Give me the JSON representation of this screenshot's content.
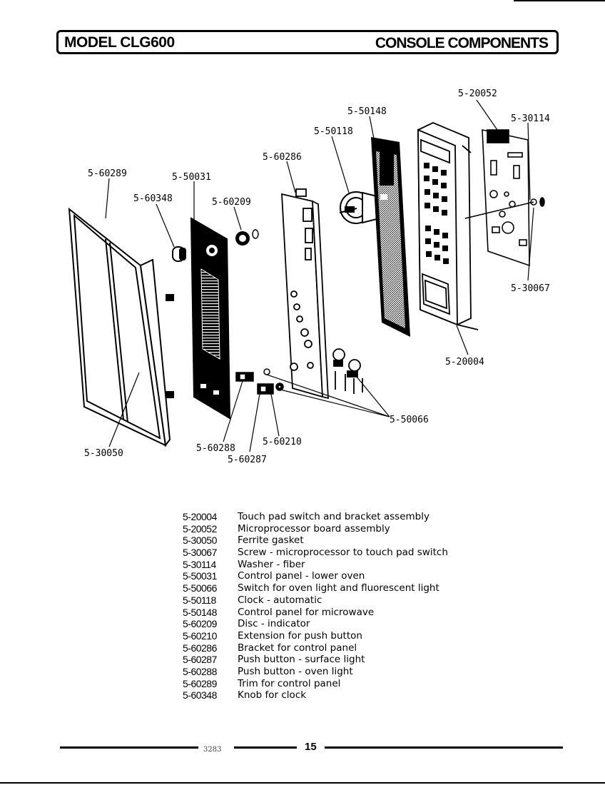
{
  "header": {
    "model": "MODEL CLG600",
    "section": "CONSOLE COMPONENTS"
  },
  "callouts": {
    "p20052": "5-20052",
    "p30114": "5-30114",
    "p50148": "5-50148",
    "p50118": "5-50118",
    "p60286": "5-60286",
    "p60289": "5-60289",
    "p50031": "5-50031",
    "p60348": "5-60348",
    "p60209": "5-60209",
    "p30067": "5-30067",
    "p20004": "5-20004",
    "p50066": "5-50066",
    "p60210": "5-60210",
    "p60288": "5-60288",
    "p60287": "5-60287",
    "p30050": "5-30050"
  },
  "parts": [
    {
      "number": "5-20004",
      "description": "Touch pad switch and bracket assembly"
    },
    {
      "number": "5-20052",
      "description": "Microprocessor board assembly"
    },
    {
      "number": "5-30050",
      "description": "Ferrite gasket"
    },
    {
      "number": "5-30067",
      "description": "Screw - microprocessor to touch pad switch"
    },
    {
      "number": "5-30114",
      "description": "Washer - fiber"
    },
    {
      "number": "5-50031",
      "description": "Control panel - lower oven"
    },
    {
      "number": "5-50066",
      "description": "Switch for oven light and fluorescent light"
    },
    {
      "number": "5-50118",
      "description": "Clock - automatic"
    },
    {
      "number": "5-50148",
      "description": "Control panel for microwave"
    },
    {
      "number": "5-60209",
      "description": "Disc - indicator"
    },
    {
      "number": "5-60210",
      "description": "Extension for push button"
    },
    {
      "number": "5-60286",
      "description": "Bracket for control panel"
    },
    {
      "number": "5-60287",
      "description": "Push button - surface light"
    },
    {
      "number": "5-60288",
      "description": "Push button - oven light"
    },
    {
      "number": "5-60289",
      "description": "Trim for control panel"
    },
    {
      "number": "5-60348",
      "description": "Knob for clock"
    }
  ],
  "footer": {
    "code": "3283",
    "page": "15"
  }
}
